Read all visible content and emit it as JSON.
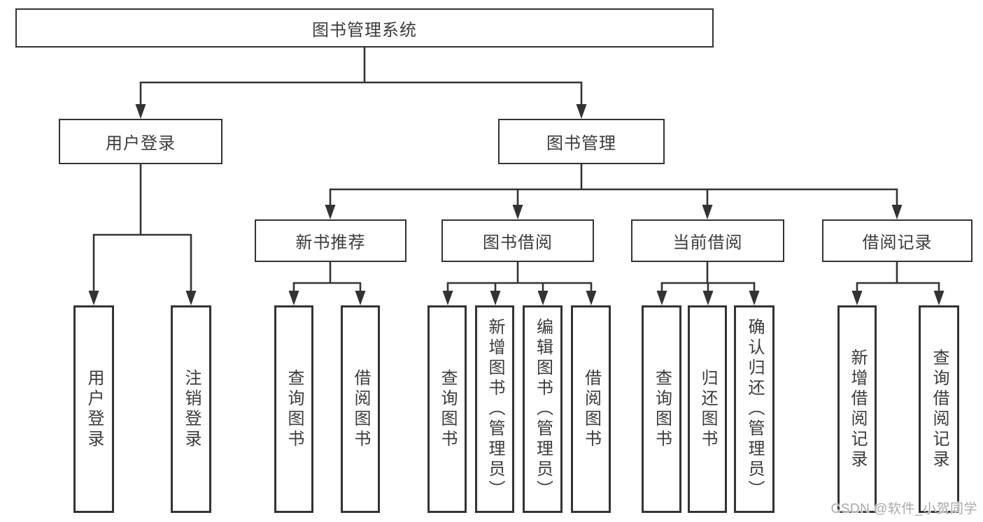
{
  "tree": {
    "root": {
      "label": "图书管理系统"
    },
    "branches": [
      {
        "label": "用户登录",
        "children": [
          {
            "label": "用户登录"
          },
          {
            "label": "注销登录"
          }
        ]
      },
      {
        "label": "图书管理",
        "children": [
          {
            "label": "新书推荐",
            "children": [
              {
                "label": "查询图书"
              },
              {
                "label": "借阅图书"
              }
            ]
          },
          {
            "label": "图书借阅",
            "children": [
              {
                "label": "查询图书"
              },
              {
                "label": "新增图书（管理员）"
              },
              {
                "label": "编辑图书（管理员）"
              },
              {
                "label": "借阅图书"
              }
            ]
          },
          {
            "label": "当前借阅",
            "children": [
              {
                "label": "查询图书"
              },
              {
                "label": "归还图书"
              },
              {
                "label": "确认归还（管理员）"
              }
            ]
          },
          {
            "label": "借阅记录",
            "children": [
              {
                "label": "新增借阅记录"
              },
              {
                "label": "查询借阅记录"
              }
            ]
          }
        ]
      }
    ]
  },
  "watermark": {
    "text": "CSDN @软件_小贺同学"
  },
  "colors": {
    "line": "#333333",
    "border": "#333333",
    "text": "#3b3b3b",
    "watermark": "#a9a9a9",
    "background": "#ffffff"
  }
}
